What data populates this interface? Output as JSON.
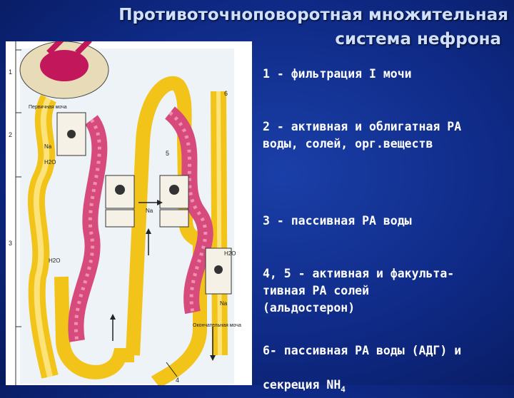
{
  "title": {
    "line1": "Противоточноповоротная множительная",
    "line2": "система  нефрона"
  },
  "figure": {
    "side_numbers": [
      "1",
      "2",
      "3"
    ],
    "top_numbers": [
      "6",
      "5",
      "4"
    ],
    "ion_labels": [
      "Na",
      "Na",
      "H2O",
      "Na",
      "H2O",
      "H2O"
    ],
    "caption_primary_urine": "Первичная моча",
    "caption_final_urine": "Окончательная моча"
  },
  "legend": {
    "item1": "1 - фильтрация I мочи",
    "item2": "2 - активная и облигатная РА\nводы, солей, орг.веществ",
    "item3": "3 - пассивная РА воды",
    "item4": "4, 5 - активная и факульта-\nтивная РА солей\n(альдостерон)",
    "item6_line1": "6- пассивная РА воды (АДГ) и",
    "item6_line2": "секреция NH",
    "item6_sub": "4"
  }
}
